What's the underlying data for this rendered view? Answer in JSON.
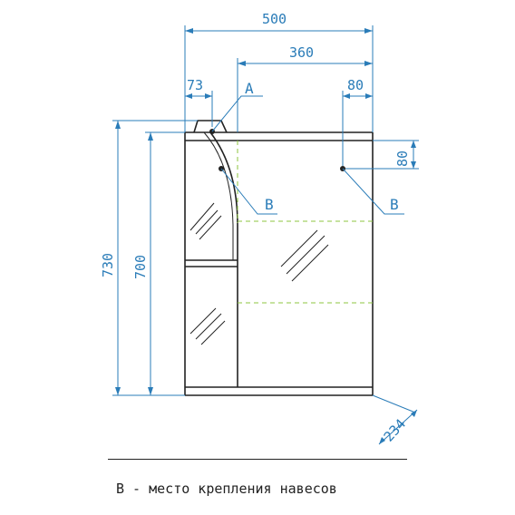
{
  "dimensions": {
    "overall_width": "500",
    "right_width": "360",
    "left_offset": "73",
    "hook_offset_right": "80",
    "hook_drop": "80",
    "total_height": "730",
    "body_height": "700",
    "depth": "234"
  },
  "point_labels": {
    "a": "A",
    "b_left": "B",
    "b_right": "B"
  },
  "caption": "В - место крепления навесов",
  "colors": {
    "dimension": "#2a7cb8",
    "outline": "#222222",
    "shelf_dashed": "#8dc63f"
  }
}
